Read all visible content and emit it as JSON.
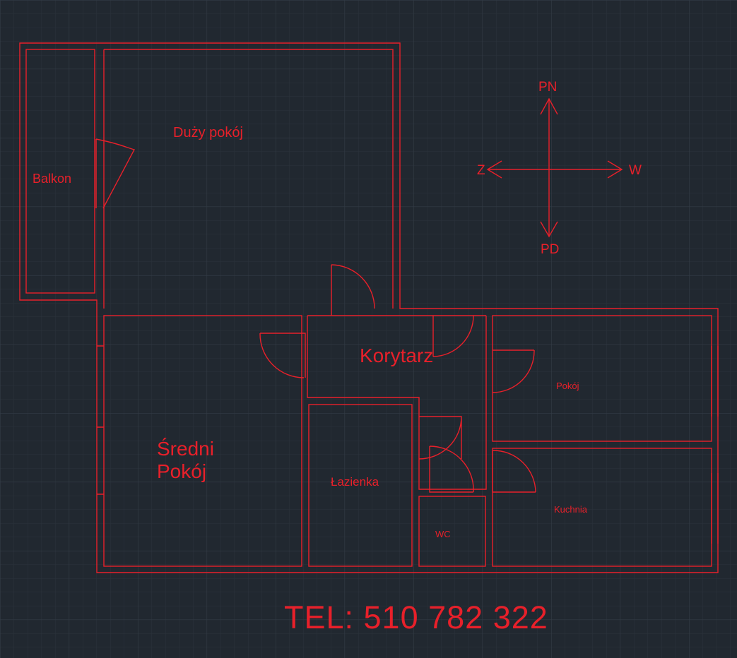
{
  "colors": {
    "background": "#212830",
    "grid_minor": "#2a323b",
    "grid_major": "#333c46",
    "line": "#e8202a"
  },
  "rooms": {
    "balkon": "Balkon",
    "duzy_pokoj": "Duży pokój",
    "korytarz": "Korytarz",
    "sredni_pokoj_line1": "Średni",
    "sredni_pokoj_line2": "Pokój",
    "lazienka": "Łazienka",
    "wc": "WC",
    "pokoj": "Pokój",
    "kuchnia": "Kuchnia"
  },
  "compass": {
    "north": "PN",
    "south": "PD",
    "west": "Z",
    "east": "W"
  },
  "contact": {
    "phone": "TEL: 510 782 322"
  }
}
